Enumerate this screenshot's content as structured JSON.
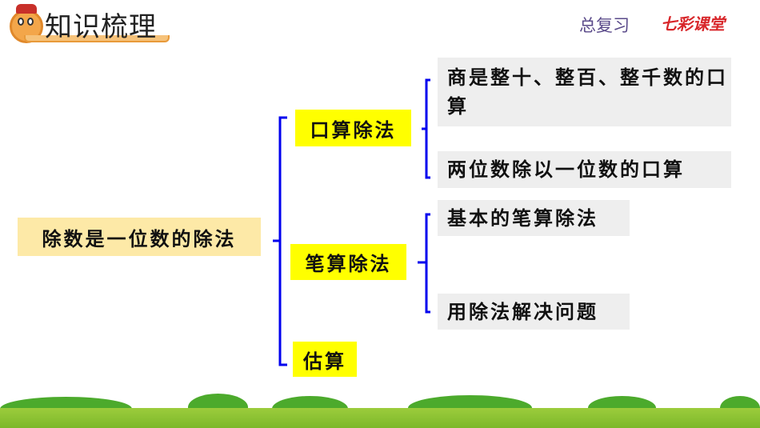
{
  "header": {
    "title": "知识梳理",
    "section": "总复习",
    "brand": "七彩课堂"
  },
  "root": {
    "label": "除数是一位数的除法"
  },
  "branches": [
    {
      "label": "口算除法",
      "items": [
        "商是整十、整百、整千数的口算",
        "两位数除以一位数的口算"
      ]
    },
    {
      "label": "笔算除法",
      "items": [
        "基本的笔算除法",
        "用除法解决问题"
      ]
    },
    {
      "label": "估算",
      "items": []
    }
  ],
  "colors": {
    "brace": "#0000ee",
    "highlight": "#ffff00",
    "item_bg": "#eeeeee",
    "root_bg": "#fde9a7"
  }
}
